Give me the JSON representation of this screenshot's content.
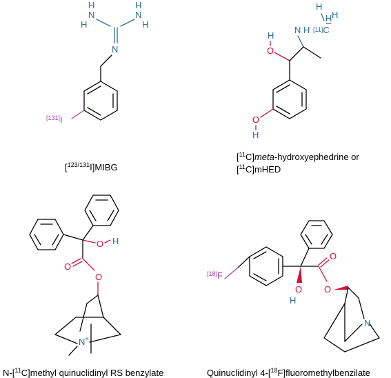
{
  "figure": {
    "captions": {
      "mibg": {
        "pre": "[",
        "sup": "123/131",
        "post": "I]MIBG"
      },
      "mhed_line1": {
        "pre": "[",
        "sup": "11",
        "mid": "C]",
        "italic": "meta",
        "post": "-hydroxyephedrine or"
      },
      "mhed_line2": {
        "pre": "[",
        "sup": "11",
        "post": "C]mHED"
      },
      "nmqnb": {
        "pre": "N-[",
        "sup": "11",
        "post": "C]methyl quinuclidinyl RS benzylate"
      },
      "fmqnb": {
        "pre": "Quinuclidinyl  4-[",
        "sup": "18",
        "post": "F]fluoromethylbenzilate"
      }
    },
    "atoms": {
      "H": "H",
      "N": "N",
      "O": "O",
      "C": "C",
      "N_plus": "+",
      "iodine_iso": "[131]",
      "iodine": "I",
      "carbon_iso": "[11]",
      "fluorine_iso": "[18]",
      "fluorine": "F"
    },
    "colors": {
      "bond": "#000000",
      "nitrogen": "#2e6f8e",
      "oxygen": "#d0103a",
      "halogen": "#b040a0"
    }
  }
}
